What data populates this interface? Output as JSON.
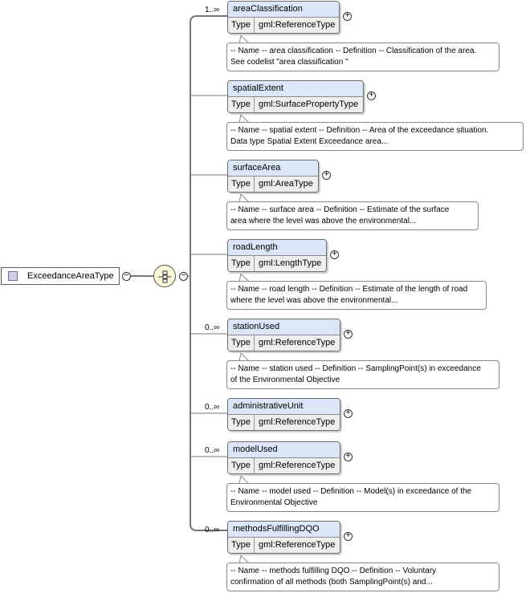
{
  "root": {
    "name": "ExceedanceAreaType"
  },
  "type_label": "Type",
  "elements": [
    {
      "name": "areaClassification",
      "type": "gml:ReferenceType",
      "cardinality": "1..∞",
      "annotation": [
        "-- Name -- area classification -- Definition -- Classification of the area.",
        "See codelist \"area classification \""
      ]
    },
    {
      "name": "spatialExtent",
      "type": "gml:SurfacePropertyType",
      "cardinality": "",
      "annotation": [
        "-- Name -- spatial extent -- Definition -- Area of the exceedance situation.",
        "Data type Spatial Extent Exceedance area..."
      ]
    },
    {
      "name": "surfaceArea",
      "type": "gml:AreaType",
      "cardinality": "",
      "annotation": [
        "-- Name -- surface area -- Definition -- Estimate of the surface",
        "area where the level was above the environmental..."
      ]
    },
    {
      "name": "roadLength",
      "type": "gml:LengthType",
      "cardinality": "",
      "annotation": [
        "-- Name -- road length -- Definition -- Estimate of the length of road",
        "where the level was above the environmental..."
      ]
    },
    {
      "name": "stationUsed",
      "type": "gml:ReferenceType",
      "cardinality": "0..∞",
      "annotation": [
        "-- Name -- station used -- Definition -- SamplingPoint(s) in exceedance",
        "of the Environmental Objective"
      ]
    },
    {
      "name": "administrativeUnit",
      "type": "gml:ReferenceType",
      "cardinality": "0..∞",
      "annotation": []
    },
    {
      "name": "modelUsed",
      "type": "gml:ReferenceType",
      "cardinality": "0..∞",
      "annotation": [
        "-- Name -- model used -- Definition -- Model(s) in exceedance of the",
        "Environmental Objective"
      ]
    },
    {
      "name": "methodsFulfillingDQO",
      "type": "gml:ReferenceType",
      "cardinality": "0..∞",
      "annotation": [
        "-- Name -- methods fulfilling DQO -- Definition -- Voluntary",
        "confirmation of all methods (both SamplingPoint(s) and..."
      ]
    }
  ]
}
